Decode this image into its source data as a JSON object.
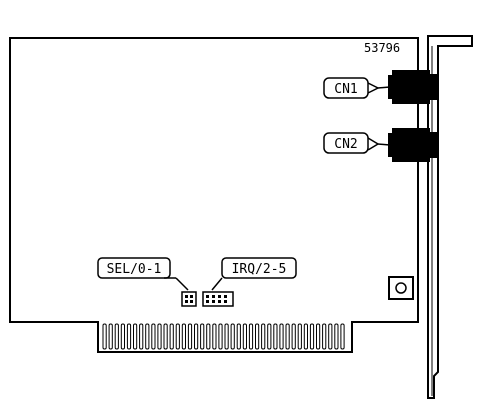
{
  "figure_id": "53796",
  "connectors": [
    {
      "id": "cn1",
      "label": "CN1"
    },
    {
      "id": "cn2",
      "label": "CN2"
    }
  ],
  "jumpers": [
    {
      "id": "sel",
      "label": "SEL/0-1"
    },
    {
      "id": "irq",
      "label": "IRQ/2-5"
    }
  ],
  "colors": {
    "line": "#000000",
    "fill": "#ffffff",
    "part": "#000000"
  }
}
